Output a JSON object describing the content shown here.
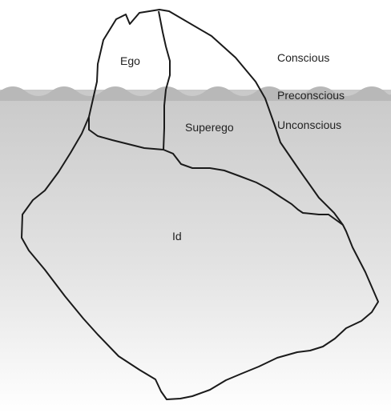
{
  "labels": {
    "ego": "Ego",
    "superego": "Superego",
    "id": "Id",
    "conscious": "Conscious",
    "preconscious": "Preconscious",
    "unconscious": "Unconscious"
  },
  "colors": {
    "water_top": "#c9c9c9",
    "water_bottom": "#ffffff",
    "wave": "#b8b8b8",
    "ink": "#1a1a1a"
  }
}
